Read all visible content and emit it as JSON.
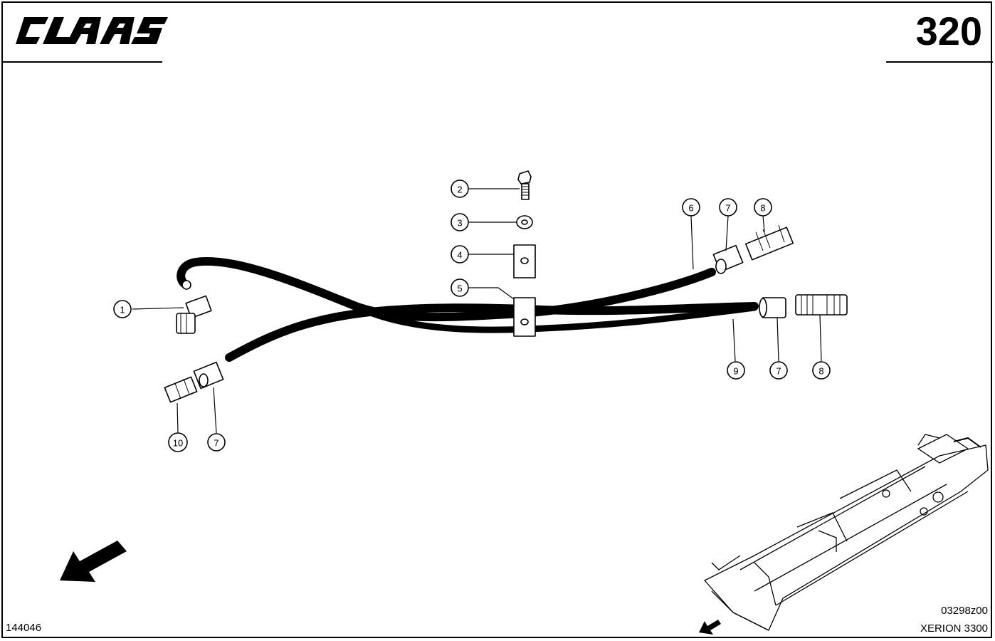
{
  "header": {
    "brand": "CLAAS",
    "page_number": "320"
  },
  "footer": {
    "doc_id": "144046",
    "drawing_id": "03298z00",
    "model": "XERION 3300"
  },
  "callouts": {
    "c1": "1",
    "c2": "2",
    "c3": "3",
    "c4": "4",
    "c5": "5",
    "c6": "6",
    "c7a": "7",
    "c8a": "8",
    "c9": "9",
    "c7b": "7",
    "c8b": "8",
    "c10": "10",
    "c7c": "7"
  },
  "icons": {
    "direction_arrow": "arrow-down-left-icon",
    "overview_arrow": "arrow-down-left-icon",
    "logo": "claas-logo"
  },
  "colors": {
    "ink": "#000000",
    "paper": "#ffffff"
  }
}
